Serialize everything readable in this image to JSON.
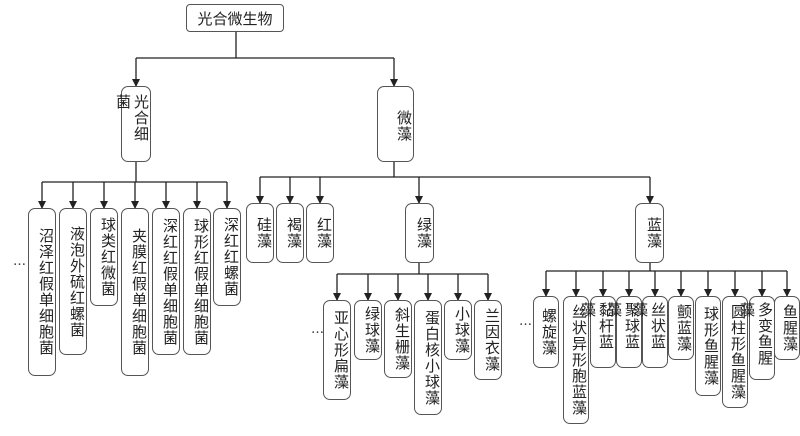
{
  "root": {
    "label": "光合微生物"
  },
  "level1": [
    {
      "id": "bact",
      "label": "光合细菌"
    },
    {
      "id": "algae",
      "label": "微藻"
    }
  ],
  "bacteria": [
    "沼泽红假单细胞菌",
    "液泡外硫红螺菌",
    "球类红微菌",
    "夹膜红假单细胞菌",
    "深红红假单细胞菌",
    "球形红假单细胞菌",
    "深红红螺菌"
  ],
  "algae_direct": [
    "硅藻",
    "褐藻",
    "红藻"
  ],
  "green": {
    "label": "绿藻",
    "children": [
      "亚心形扁藻",
      "绿球藻",
      "斜生栅藻",
      "蛋白核小球藻",
      "小球藻",
      "兰因衣藻"
    ]
  },
  "blue": {
    "label": "蓝藻",
    "children": [
      "螺旋藻",
      "丝状异形胞蓝藻",
      "黏杆蓝藻",
      "聚球蓝藻",
      "丝状蓝藻",
      "颤蓝藻",
      "球形鱼腥藻",
      "圆柱形鱼腥藻",
      "多变鱼腥藻",
      "鱼腥藻"
    ]
  },
  "ellipsis": "…",
  "colors": {
    "line": "#222222",
    "border": "#555555",
    "text": "#222222"
  }
}
